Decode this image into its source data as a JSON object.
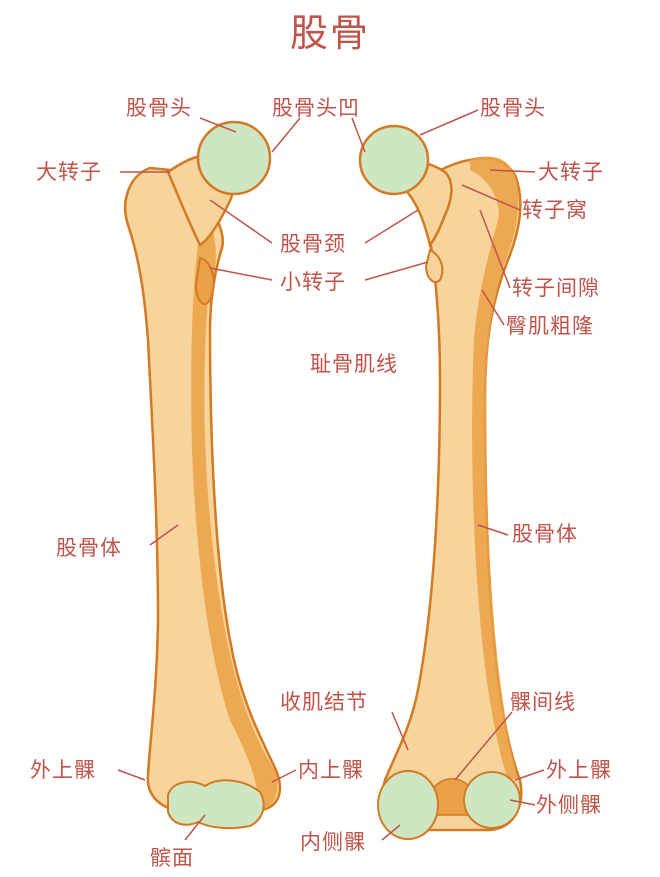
{
  "title": "股骨",
  "colors": {
    "text": "#c0544a",
    "bone": "#f7d49b",
    "bone_shadow": "#eba145",
    "outline": "#d27a24",
    "cartilage": "#cfe6c3"
  },
  "labels": {
    "femur_head_left": "股骨头",
    "fovea": "股骨头凹",
    "femur_head_right": "股骨头",
    "greater_trochanter_left": "大转子",
    "greater_trochanter_right": "大转子",
    "trochanteric_fossa": "转子窝",
    "femur_neck": "股骨颈",
    "lesser_trochanter": "小转子",
    "intertrochanteric_crest": "转子间隙",
    "gluteal_tuberosity": "臀肌粗隆",
    "pectineal_line": "耻骨肌线",
    "shaft_left": "股骨体",
    "shaft_right": "股骨体",
    "adductor_tubercle": "收肌结节",
    "intercondylar_line": "髁间线",
    "lateral_epicondyle_left": "外上髁",
    "medial_epicondyle": "内上髁",
    "lateral_epicondyle_right": "外上髁",
    "lateral_condyle": "外侧髁",
    "medial_condyle": "内侧髁",
    "patellar_surface": "髌面"
  }
}
